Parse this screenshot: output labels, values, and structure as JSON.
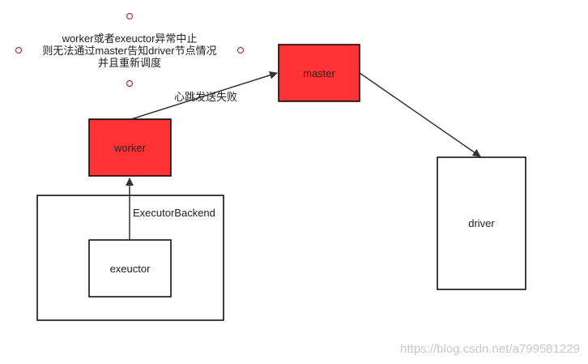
{
  "nodes": {
    "master": "master",
    "worker": "worker",
    "executor_backend": "ExecutorBackend",
    "executor": "exeuctor",
    "driver": "driver"
  },
  "edges": {
    "heartbeat_label": "心跳发送失败"
  },
  "note": {
    "line1": "worker或者exeuctor异常中止",
    "line2": "则无法通过master告知driver节点情况",
    "line3": "并且重新调度"
  },
  "watermark": "https://blog.csdn.net/a799581229",
  "colors": {
    "node_fill_red": "#ff3333",
    "stroke": "#000000",
    "handle": "#b5323c"
  }
}
